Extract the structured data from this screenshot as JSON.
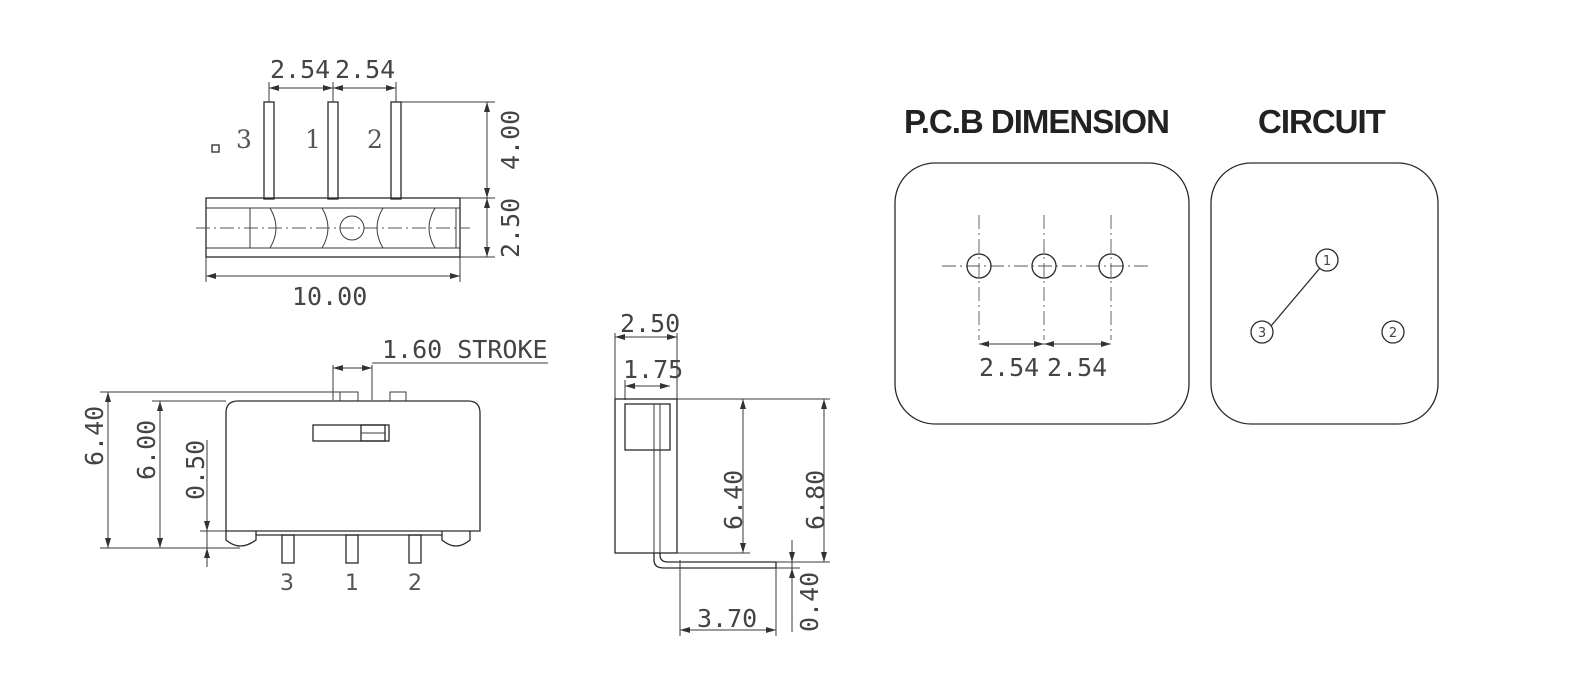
{
  "top_view": {
    "pitch_left": "2.54",
    "pitch_right": "2.54",
    "pin_height": "4.00",
    "body_height": "2.50",
    "body_length": "10.00",
    "pin_labels": [
      "3",
      "1",
      "2"
    ]
  },
  "front_view": {
    "stroke": "1.60 STROKE",
    "total_height": "6.40",
    "body_height": "6.00",
    "standoff": "0.50",
    "pin_labels": [
      "3",
      "1",
      "2"
    ]
  },
  "side_view": {
    "width": "2.50",
    "actuator_width": "1.75",
    "height_inner": "6.40",
    "height_total": "6.80",
    "lead_length": "3.70",
    "lead_thickness": "0.40"
  },
  "pcb": {
    "title": "P.C.B DIMENSION",
    "pitch_left": "2.54",
    "pitch_right": "2.54"
  },
  "circuit": {
    "title": "CIRCUIT",
    "nodes": [
      "1",
      "3",
      "2"
    ]
  }
}
